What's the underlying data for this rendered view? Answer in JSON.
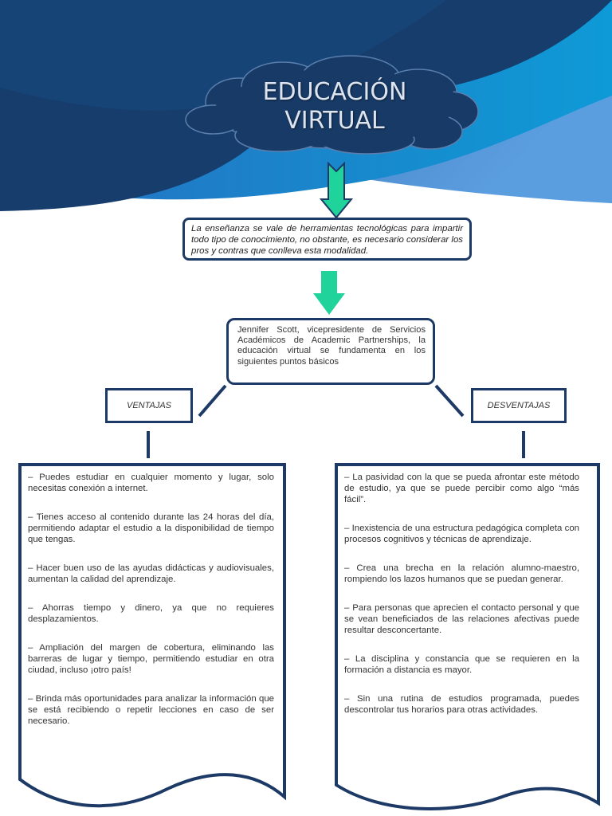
{
  "title": {
    "line1": "EDUCACIÓN",
    "line2": "VIRTUAL"
  },
  "intro": "La enseñanza se vale de herramientas tecnológicas para impartir todo tipo de conocimiento, no obstante, es necesario considerar los pros y contras que conlleva esta modalidad.",
  "source": "Jennifer Scott, vicepresidente de Servicios Académicos de Academic Partnerships, la educación virtual se fundamenta en los siguientes puntos básicos",
  "ventajas": {
    "label": "VENTAJAS",
    "items": [
      "– Puedes estudiar en cualquier momento y lugar, solo necesitas conexión a internet.",
      "– Tienes acceso al contenido durante las 24 horas del día, permitiendo adaptar el estudio a la disponibilidad de tiempo que tengas.",
      "– Hacer buen uso de las ayudas didácticas y audiovisuales, aumentan la calidad del aprendizaje.",
      "– Ahorras tiempo y dinero, ya que no requieres desplazamientos.",
      "– Ampliación del margen de cobertura, eliminando las barreras de lugar y tiempo, permitiendo estudiar en otra ciudad, incluso ¡otro país!",
      "– Brinda más oportunidades para analizar la información que se está recibiendo o repetir lecciones en caso de ser necesario."
    ]
  },
  "desventajas": {
    "label": "DESVENTAJAS",
    "items": [
      "– La pasividad con la que se pueda afrontar este método de estudio, ya que se puede percibir como algo “más fácil”.",
      "– Inexistencia de una estructura pedagógica completa con procesos cognitivos y técnicas de aprendizaje.",
      "– Crea una brecha en la relación alumno-maestro, rompiendo los lazos humanos que se puedan generar.",
      "– Para personas que aprecien el contacto personal y que se vean beneficiados de las relaciones afectivas puede resultar desconcertante.",
      "– La disciplina y constancia que se requieren en la formación a distancia es mayor.",
      "– Sin una rutina de estudios programada, puedes descontrolar tus horarios para otras actividades."
    ]
  },
  "colors": {
    "navy": "#1d3a66",
    "wave_dark": "#1a4272",
    "wave_mid": "#2f6fba",
    "wave_light": "#5a9ede",
    "wave_cyan": "#0e99d4",
    "arrow": "#1fd39a"
  }
}
